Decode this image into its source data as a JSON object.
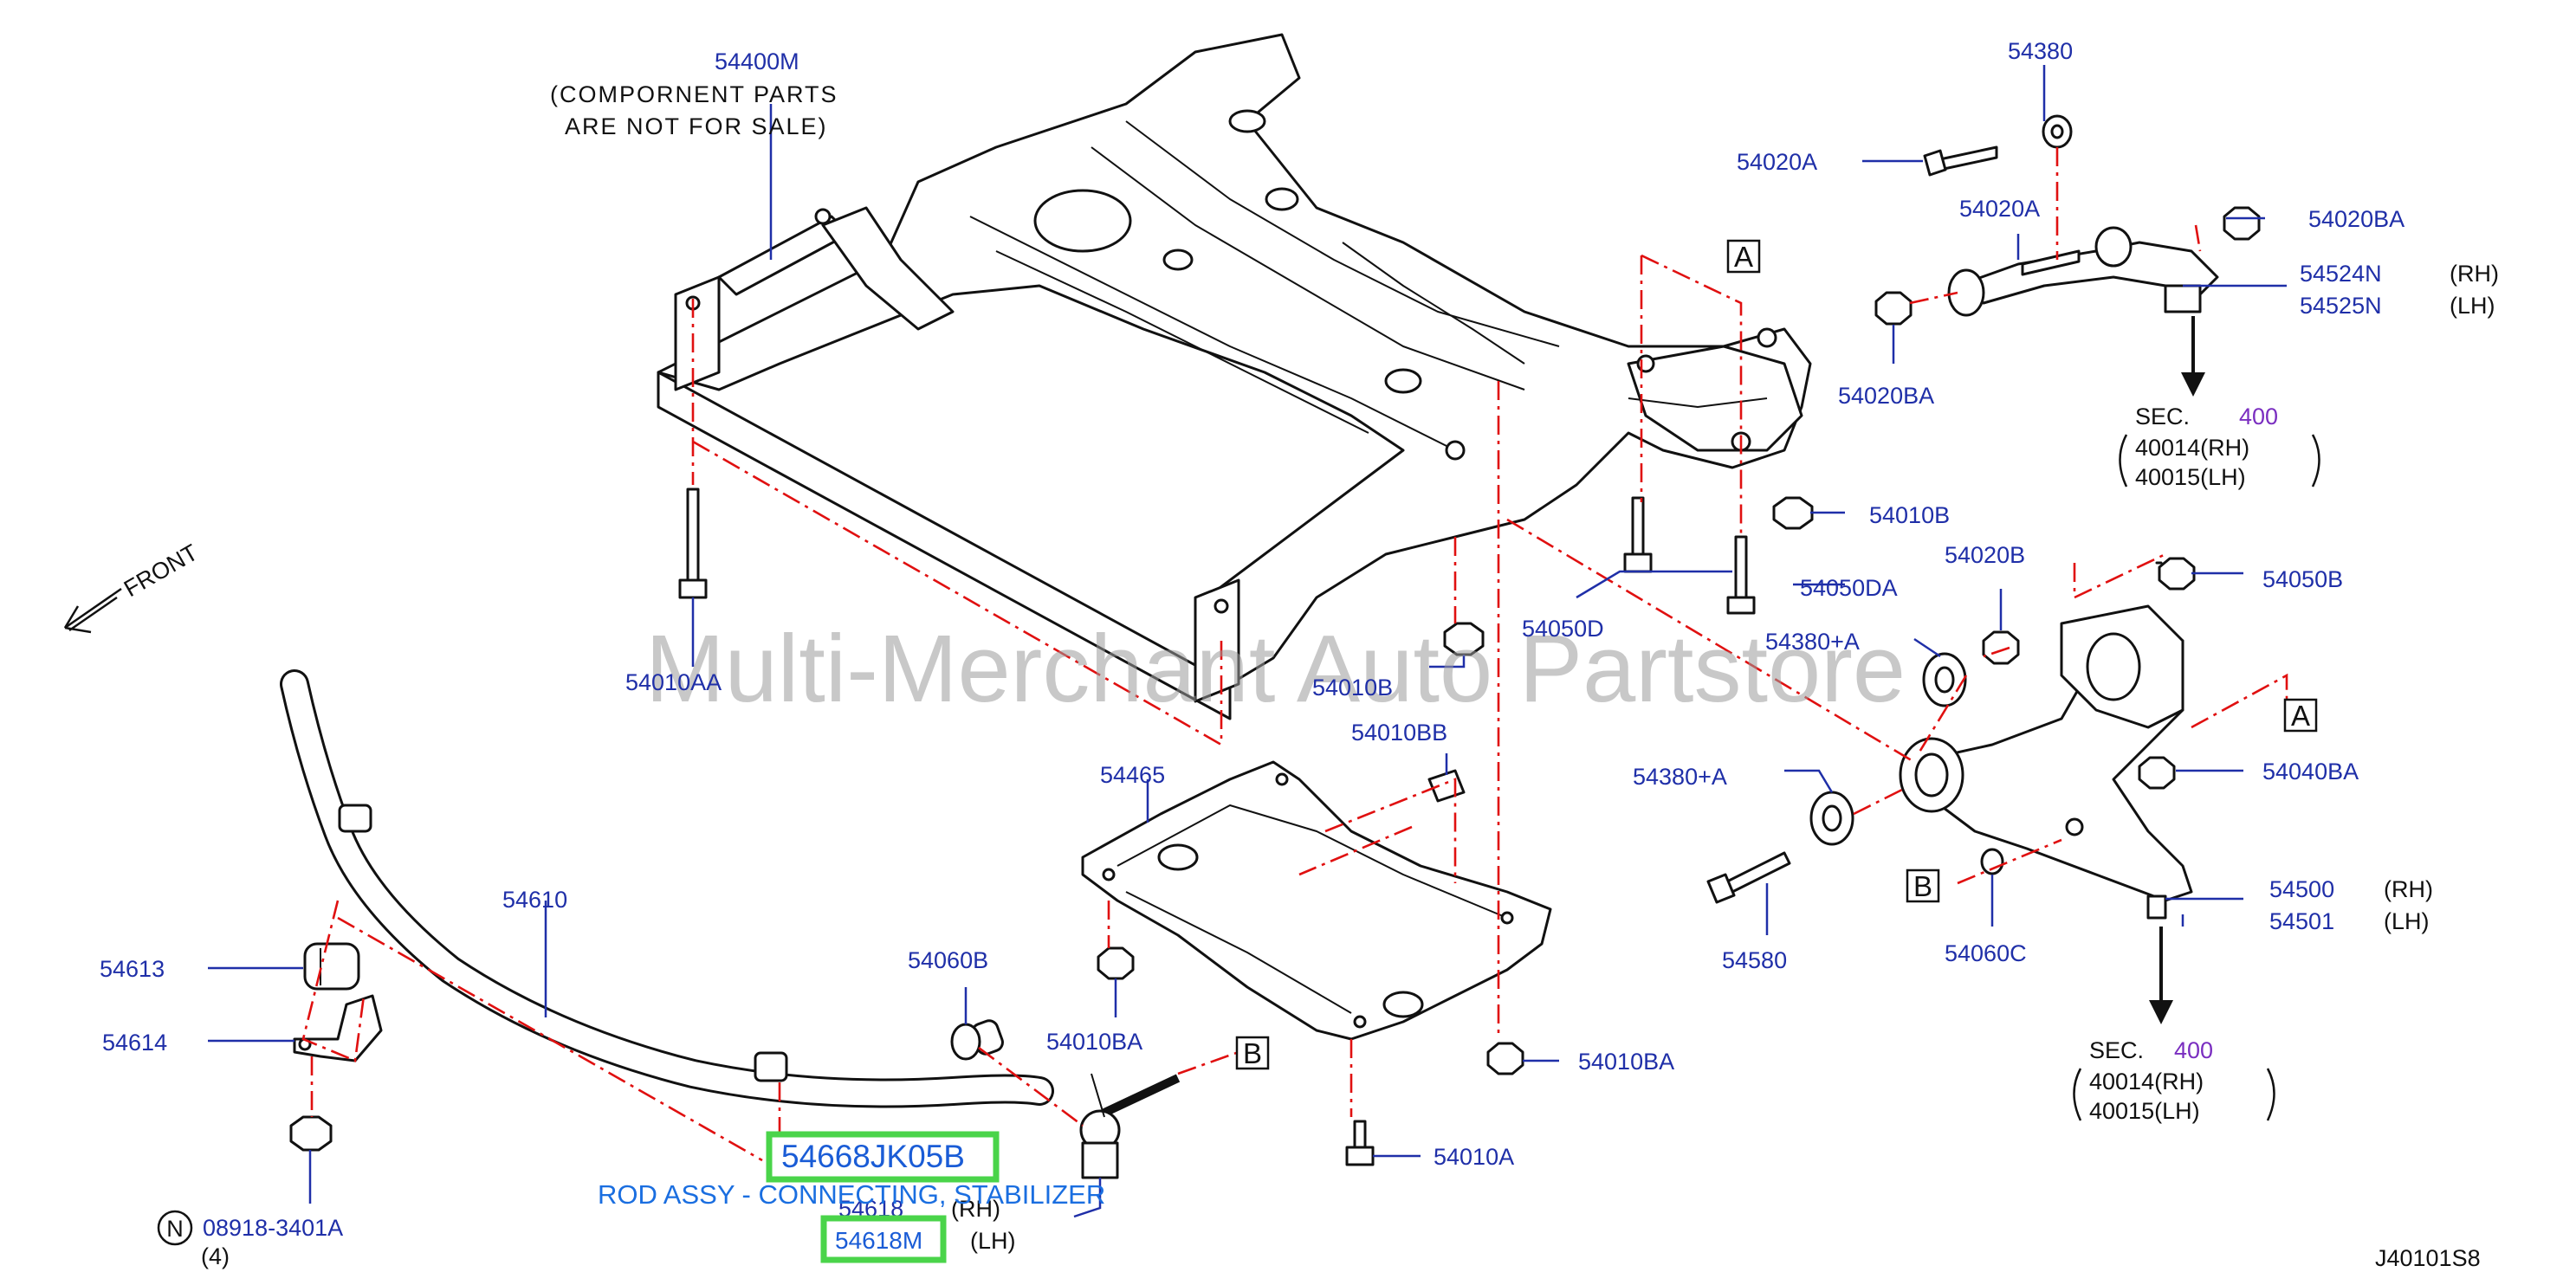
{
  "diagram_id": "J40101S8",
  "watermark": "Multi-Merchant Auto Partstore",
  "front_label": "FRONT",
  "note": {
    "part": "54400M",
    "line1": "(COMPORNENT  PARTS",
    "line2": "ARE  NOT  FOR  SALE)"
  },
  "callouts": {
    "54380": "54380",
    "54020A_1": "54020A",
    "54020A_2": "54020A",
    "54020BA_1": "54020BA",
    "54020BA_2": "54020BA",
    "54524N": "54524N",
    "54525N": "54525N",
    "rh_1": "(RH)",
    "lh_1": "(LH)",
    "54010B_1": "54010B",
    "54010B_2": "54010B",
    "54050DA": "54050DA",
    "54050D": "54050D",
    "54020B": "54020B",
    "54050B": "54050B",
    "54380A_1": "54380+A",
    "54380A_2": "54380+A",
    "54010AA": "54010AA",
    "54010BB": "54010BB",
    "54465": "54465",
    "54040BA": "54040BA",
    "54500": "54500",
    "54501": "54501",
    "rh_2": "(RH)",
    "lh_2": "(LH)",
    "54580": "54580",
    "54060C": "54060C",
    "54610": "54610",
    "54613": "54613",
    "54614": "54614",
    "54060B": "54060B",
    "54010BA_1": "54010BA",
    "54010BA_2": "54010BA",
    "54010A": "54010A",
    "08918": "08918-3401A",
    "qty4": "(4)",
    "54618": "54618",
    "rh_3": "(RH)",
    "lh_3": "(LH)"
  },
  "sec_refs": [
    {
      "sec": "SEC.",
      "num": "400",
      "rh": "40014(RH)",
      "lh": "40015(LH)"
    },
    {
      "sec": "SEC.",
      "num": "400",
      "rh": "40014(RH)",
      "lh": "40015(LH)"
    }
  ],
  "ref_boxes": [
    "A",
    "A",
    "B",
    "B"
  ],
  "circled_letter": "N",
  "highlights": {
    "primary": "54668JK05B",
    "secondary": "54618M",
    "description": "ROD ASSY - CONNECTING, STABILIZER"
  },
  "colors": {
    "callout": "#1f2fa8",
    "leader_dash": "#e01010",
    "highlight_border": "#4ad44a",
    "highlight_text": "#1a5cd6",
    "sec_number": "#7a2ec0"
  }
}
